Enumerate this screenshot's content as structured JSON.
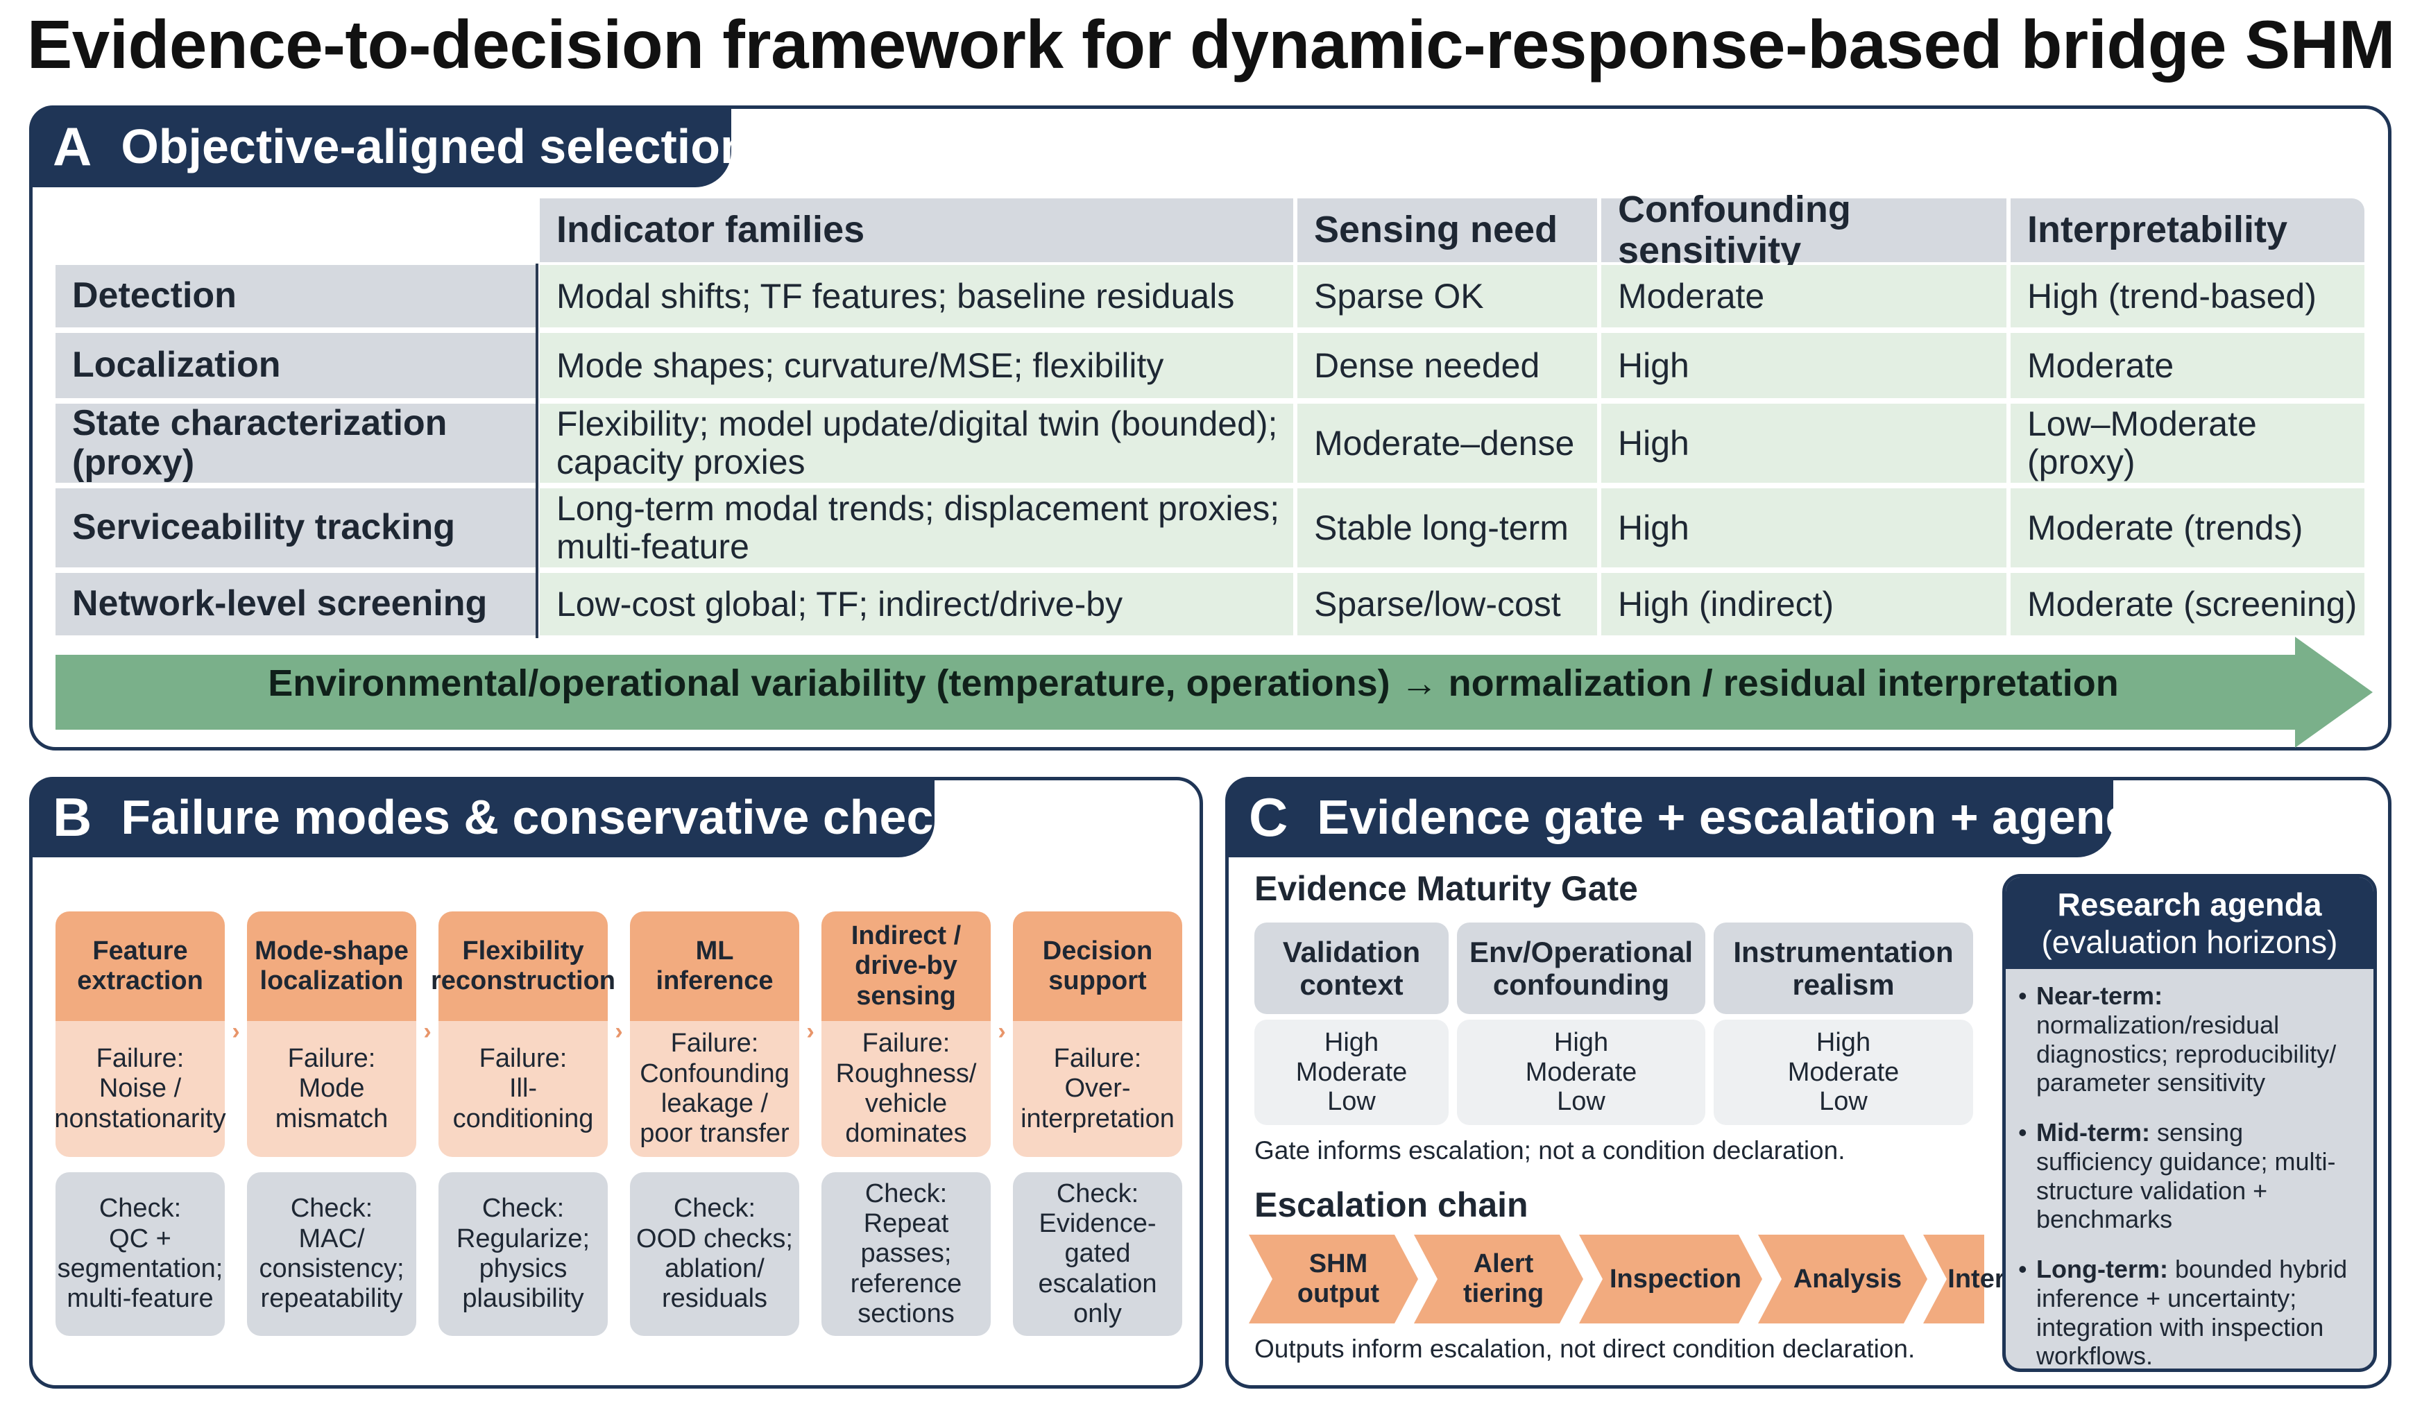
{
  "title": "Evidence-to-decision framework for dynamic-response-based bridge SHM",
  "colors": {
    "navy": "#1f3556",
    "orange": "#f2ab7f",
    "peach": "#f9d7c4",
    "gray": "#d5d9df",
    "green": "#e3efe3",
    "arrow_green": "#7ab08a"
  },
  "panel_a": {
    "letter": "A",
    "title": "Objective-aligned selection",
    "columns": [
      "Indicator families",
      "Sensing need",
      "Confounding sensitivity",
      "Interpretability"
    ],
    "rows": [
      {
        "label": "Detection",
        "cells": [
          "Modal shifts; TF features; baseline residuals",
          "Sparse OK",
          "Moderate",
          "High (trend-based)"
        ]
      },
      {
        "label": "Localization",
        "cells": [
          "Mode shapes; curvature/MSE; flexibility",
          "Dense needed",
          "High",
          "Moderate"
        ]
      },
      {
        "label": "State characterization (proxy)",
        "cells": [
          "Flexibility; model update/digital twin (bounded); capacity proxies",
          "Moderate–dense",
          "High",
          "Low–Moderate (proxy)"
        ]
      },
      {
        "label": "Serviceability tracking",
        "cells": [
          "Long-term modal trends; displacement proxies; multi-feature",
          "Stable long-term",
          "High",
          "Moderate (trends)"
        ]
      },
      {
        "label": "Network-level screening",
        "cells": [
          "Low-cost global; TF; indirect/drive-by",
          "Sparse/low-cost",
          "High (indirect)",
          "Moderate (screening)"
        ]
      }
    ],
    "banner": "Environmental/operational variability (temperature, operations) → normalization / residual interpretation"
  },
  "panel_b": {
    "letter": "B",
    "title": "Failure modes & conservative checks",
    "stages": [
      {
        "name": "Feature extraction",
        "failure": "Failure:\nNoise /\nnonstationarity",
        "check": "Check:\nQC +\nsegmentation;\nmulti-feature"
      },
      {
        "name": "Mode-shape localization",
        "failure": "Failure:\nMode\nmismatch",
        "check": "Check:\nMAC/\nconsistency;\nrepeatability"
      },
      {
        "name": "Flexibility reconstruction",
        "failure": "Failure:\nIll-\nconditioning",
        "check": "Check:\nRegularize;\nphysics\nplausibility"
      },
      {
        "name": "ML inference",
        "failure": "Failure:\nConfounding\nleakage /\npoor transfer",
        "check": "Check:\nOOD checks;\nablation/\nresiduals"
      },
      {
        "name": "Indirect / drive-by sensing",
        "failure": "Failure:\nRoughness/\nvehicle\ndominates",
        "check": "Check:\nRepeat passes;\nreference\nsections"
      },
      {
        "name": "Decision support",
        "failure": "Failure:\nOver-\ninterpretation",
        "check": "Check:\nEvidence-\ngated\nescalation only"
      }
    ],
    "arrow_glyph": "›"
  },
  "panel_c": {
    "letter": "C",
    "title": "Evidence gate + escalation + agenda",
    "gate_title": "Evidence Maturity Gate",
    "gate_columns": [
      {
        "name": "Validation\ncontext",
        "levels": [
          "High",
          "Moderate",
          "Low"
        ]
      },
      {
        "name": "Env/Operational\nconfounding",
        "levels": [
          "High",
          "Moderate",
          "Low"
        ]
      },
      {
        "name": "Instrumentation\nrealism",
        "levels": [
          "High",
          "Moderate",
          "Low"
        ]
      }
    ],
    "gate_note": "Gate informs escalation; not a condition declaration.",
    "chain_title": "Escalation chain",
    "chain": [
      "SHM output",
      "Alert tiering",
      "Inspection",
      "Analysis",
      "Intervention"
    ],
    "chain_note": "Outputs inform escalation, not direct condition declaration.",
    "agenda": {
      "title": "Research agenda",
      "subtitle": "(evaluation horizons)",
      "items": [
        {
          "term": "Near-term:",
          "text": "normalization/residual diagnostics; reproducibility/ parameter sensitivity"
        },
        {
          "term": "Mid-term:",
          "text": "sensing sufficiency guidance; multi-structure validation + benchmarks"
        },
        {
          "term": "Long-term:",
          "text": "bounded hybrid inference + uncertainty; integration with inspection workflows."
        }
      ]
    }
  }
}
